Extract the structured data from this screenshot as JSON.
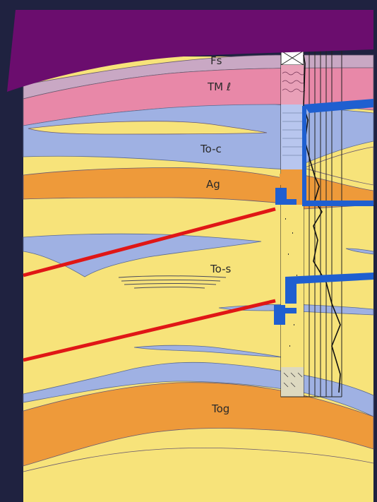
{
  "labels": {
    "fs": "Fs",
    "tml": "TM ℓ",
    "to_c": "To-c",
    "ag": "Ag",
    "to_s": "To-s",
    "tog": "Tog"
  },
  "colors": {
    "background": "#1f2240",
    "top_band": "#6b0d6e",
    "pink_layer": "#e888a8",
    "mauve_layer": "#c9a8c4",
    "yellow_layer": "#f7e37a",
    "blue_layer": "#9fb1e3",
    "orange_layer": "#ee9a3a",
    "fault_red": "#e01616",
    "well_blue": "#1f5fd0"
  }
}
